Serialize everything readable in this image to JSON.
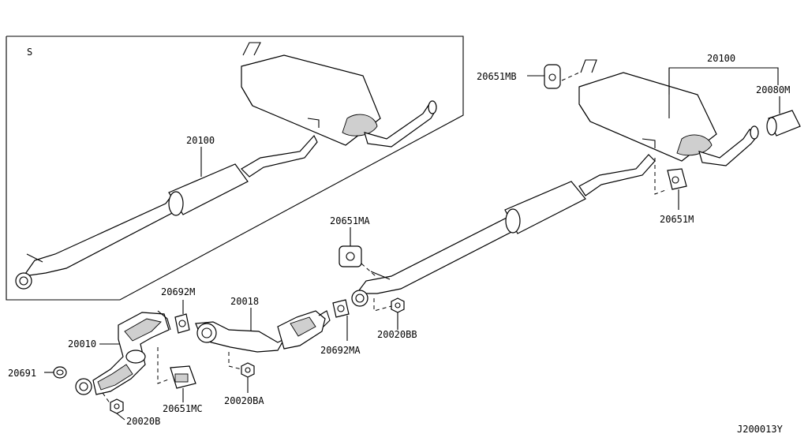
{
  "diagram": {
    "inset_label": "S",
    "labels": {
      "p20100_inset": "20100",
      "p20100": "20100",
      "p20080M": "20080M",
      "p20651MB": "20651MB",
      "p20651M": "20651M",
      "p20651MA": "20651MA",
      "p20692M": "20692M",
      "p20018": "20018",
      "p20010": "20010",
      "p20691": "20691",
      "p20651MC": "20651MC",
      "p20020B": "20020B",
      "p20020BA": "20020BA",
      "p20692MA": "20692MA",
      "p20020BB": "20020BB"
    },
    "diagram_id": "J200013Y"
  },
  "colors": {
    "line": "#000000",
    "background": "#ffffff",
    "shade": "#cfcfcf"
  }
}
